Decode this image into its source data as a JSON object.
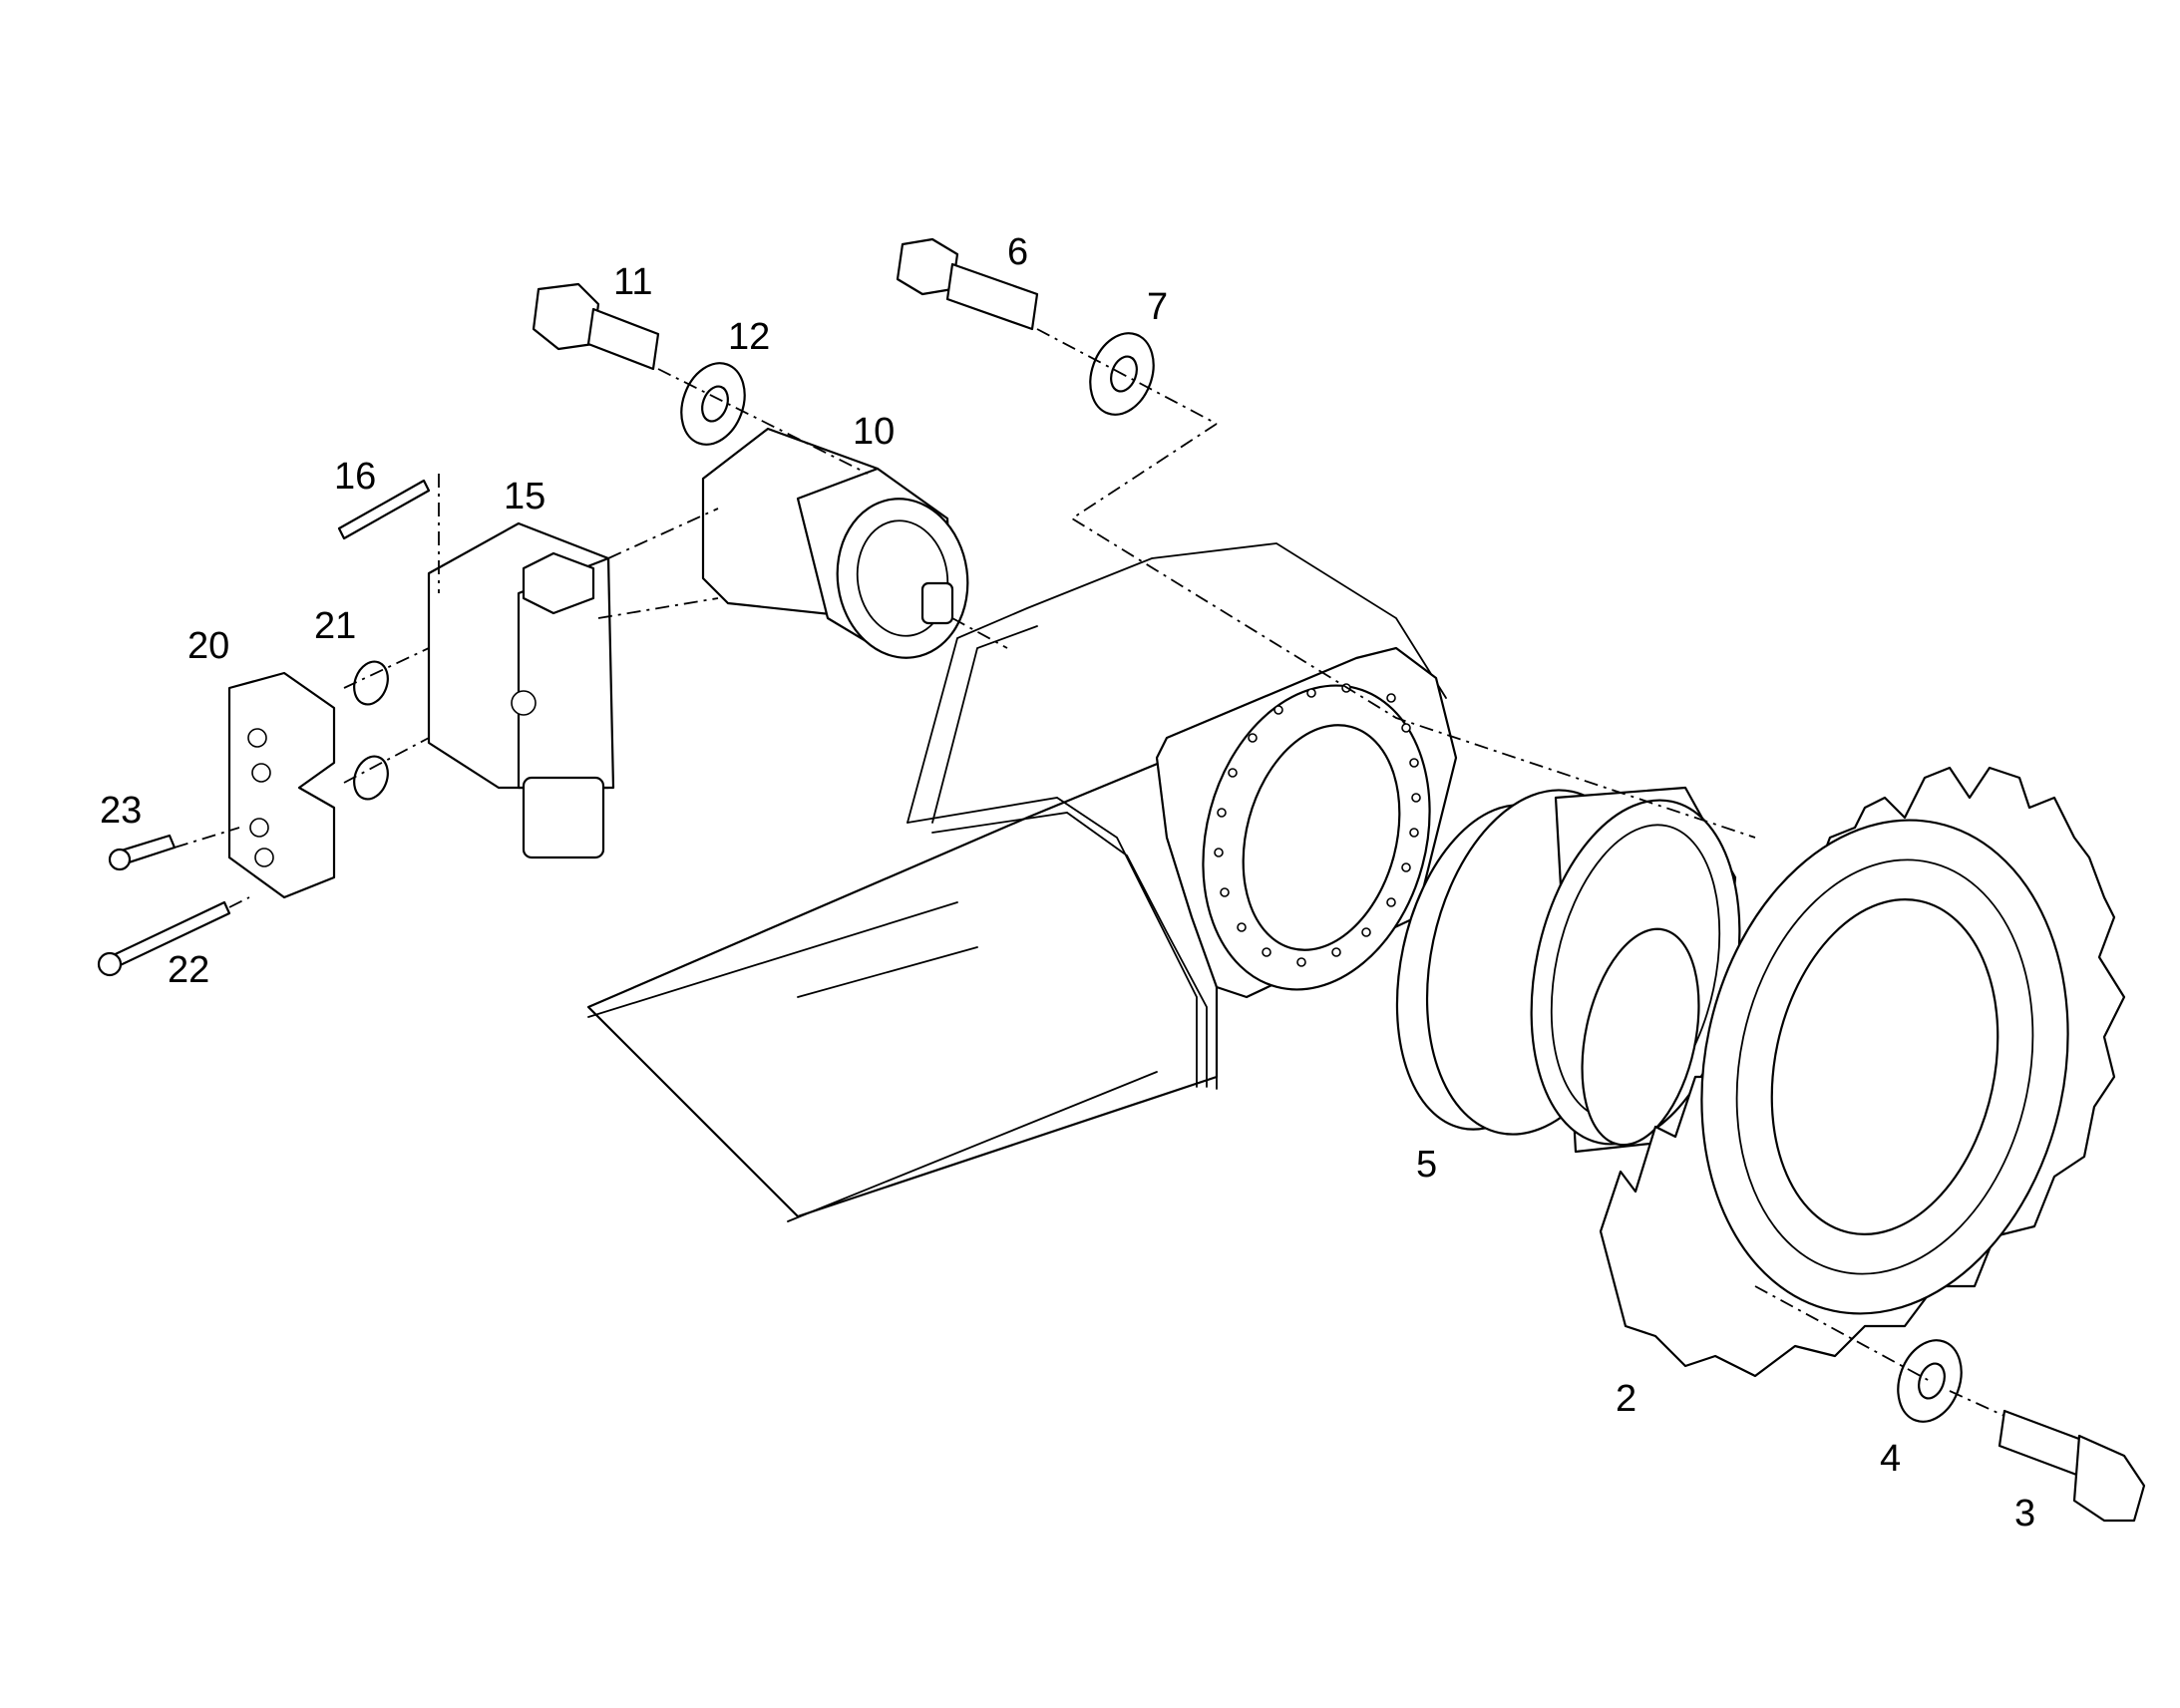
{
  "diagram": {
    "callouts": [
      {
        "id": "p2",
        "label": "2"
      },
      {
        "id": "p3",
        "label": "3"
      },
      {
        "id": "p4",
        "label": "4"
      },
      {
        "id": "p5",
        "label": "5"
      },
      {
        "id": "p6",
        "label": "6"
      },
      {
        "id": "p7",
        "label": "7"
      },
      {
        "id": "p10",
        "label": "10"
      },
      {
        "id": "p11",
        "label": "11"
      },
      {
        "id": "p12",
        "label": "12"
      },
      {
        "id": "p15",
        "label": "15"
      },
      {
        "id": "p16",
        "label": "16"
      },
      {
        "id": "p20",
        "label": "20"
      },
      {
        "id": "p21",
        "label": "21"
      },
      {
        "id": "p22",
        "label": "22"
      },
      {
        "id": "p23",
        "label": "23"
      }
    ]
  }
}
